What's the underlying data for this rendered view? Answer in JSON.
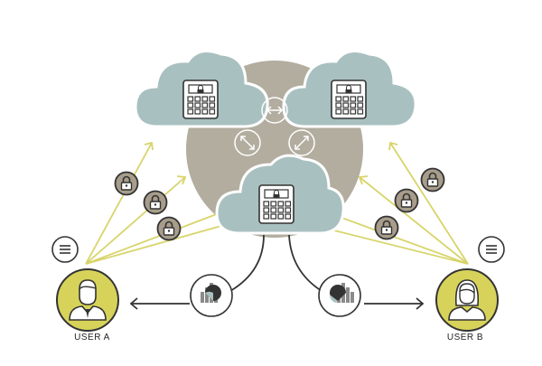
{
  "users": [
    {
      "id": "a",
      "label": "USER A",
      "gender": "male"
    },
    {
      "id": "b",
      "label": "USER B",
      "gender": "female"
    }
  ],
  "clouds": [
    {
      "name": "cloud-top-left",
      "role": "encrypted-storage"
    },
    {
      "name": "cloud-top-right",
      "role": "encrypted-storage"
    },
    {
      "name": "cloud-bottom-center",
      "role": "encrypted-storage"
    }
  ],
  "icons": {
    "lock": "padlock-icon",
    "document": "document-list-icon",
    "chart": "pie-bar-chart-icon",
    "sync": "bidirectional-arrows-icon",
    "vault": "vault-keypad-icon"
  },
  "colors": {
    "cloud_fill": "#a9c0c0",
    "cloud_stroke": "#ffffff",
    "hub_fill": "#b2ad9f",
    "user_fill": "#d7d35a",
    "line_yellow": "#d8d46a",
    "lock_fill": "#a79d8a",
    "outline": "#333333"
  }
}
